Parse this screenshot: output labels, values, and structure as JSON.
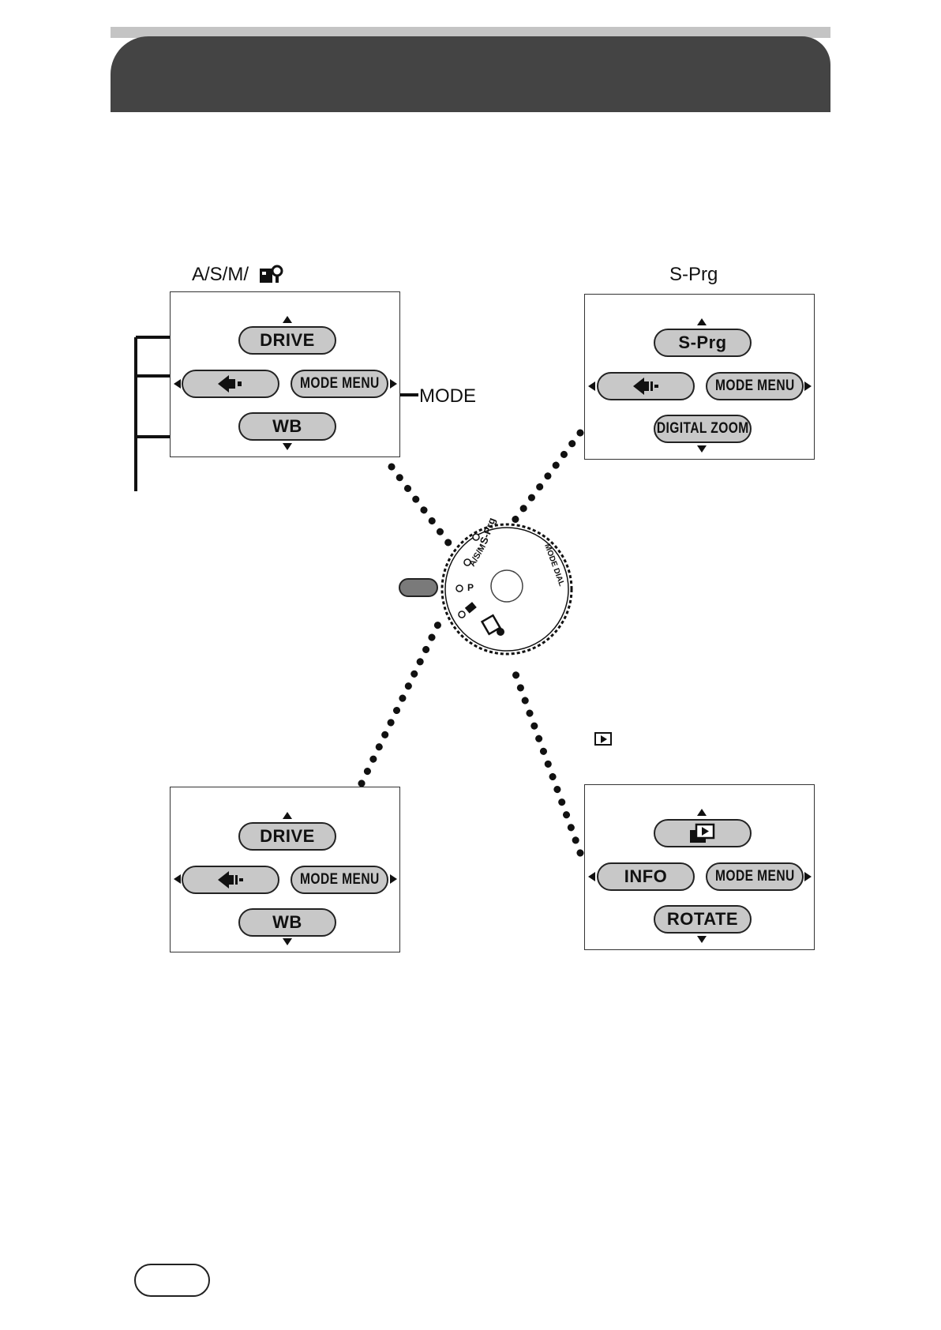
{
  "header": {
    "title": ""
  },
  "labels": {
    "asm_mode": "A/S/M/",
    "sprg_mode": "S-Prg",
    "mode": "MODE"
  },
  "panels": {
    "top_left": {
      "top": "DRIVE",
      "right": "MODE MENU",
      "bottom": "WB",
      "left_icon": "flash-icon"
    },
    "top_right": {
      "top": "S-Prg",
      "right": "MODE MENU",
      "bottom": "DIGITAL ZOOM",
      "left_icon": "flash-icon"
    },
    "bottom_left": {
      "top": "DRIVE",
      "right": "MODE MENU",
      "bottom": "WB",
      "left_icon": "flash-icon"
    },
    "bottom_right": {
      "top_icon": "playback-index-icon",
      "left": "INFO",
      "right": "MODE MENU",
      "bottom": "ROTATE"
    }
  },
  "dial": {
    "label": "MODE DIAL",
    "positions": [
      "S-Prg",
      "A/S/M",
      "P"
    ],
    "icons": [
      "my-mode-icon",
      "movie-icon",
      "playback-icon"
    ]
  },
  "icons": {
    "playback": "playback-icon",
    "my_mode": "my-mode-icon"
  },
  "colors": {
    "header": "#444444",
    "header_top": "#c4c4c4",
    "pill": "#c8c8c8"
  }
}
